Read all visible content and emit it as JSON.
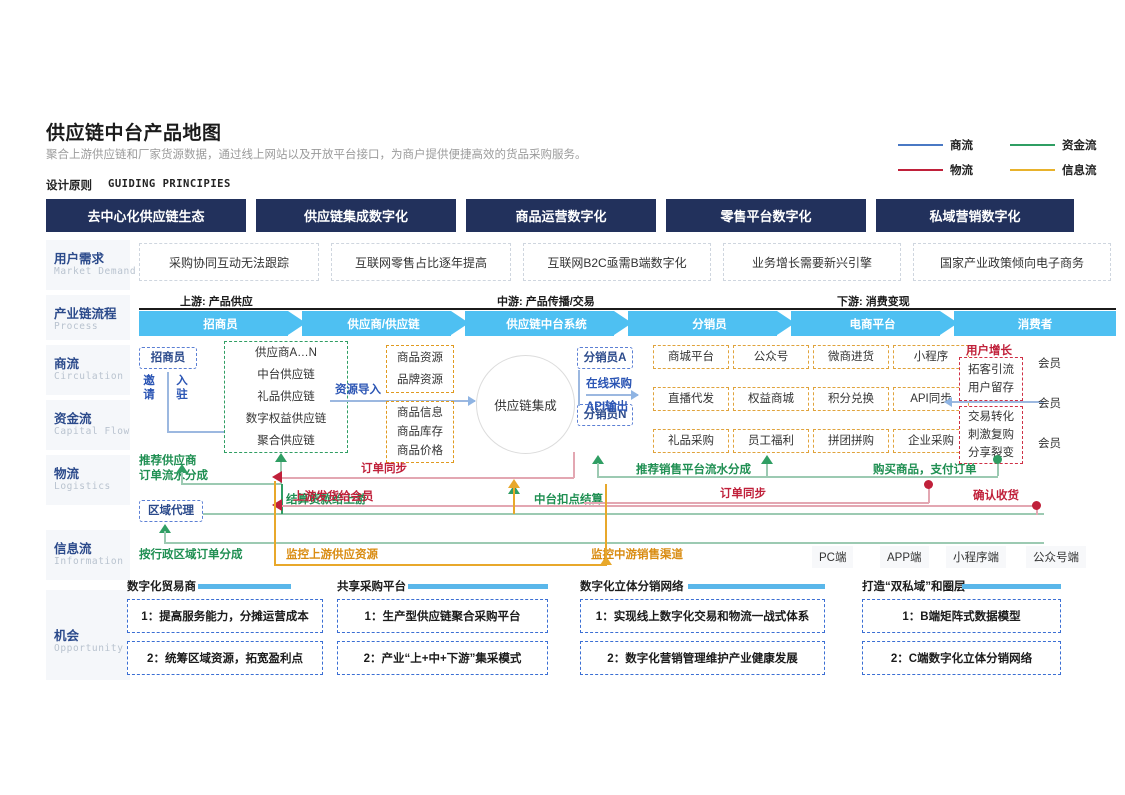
{
  "header": {
    "title": "供应链中台产品地图",
    "subtitle": "聚合上游供应链和厂家货源数据，通过线上网站以及开放平台接口，为商户提供便捷高效的货品采购服务。",
    "guiding_cn": "设计原则",
    "guiding_en": "GUIDING PRINCIPIES"
  },
  "legend": {
    "items": [
      {
        "label": "商流",
        "color": "#4a79c4"
      },
      {
        "label": "资金流",
        "color": "#2f9e63"
      },
      {
        "label": "物流",
        "color": "#c0203a"
      },
      {
        "label": "信息流",
        "color": "#e8b22b"
      }
    ]
  },
  "principles": [
    {
      "label": "去中心化供应链生态"
    },
    {
      "label": "供应链集成数字化"
    },
    {
      "label": "商品运营数字化"
    },
    {
      "label": "零售平台数字化"
    },
    {
      "label": "私域营销数字化"
    }
  ],
  "rail": [
    {
      "cn": "用户需求",
      "en": "Market Demand"
    },
    {
      "cn": "产业链流程",
      "en": "Process"
    },
    {
      "cn": "商流",
      "en": "Circulation"
    },
    {
      "cn": "资金流",
      "en": "Capital Flow"
    },
    {
      "cn": "物流",
      "en": "Logistics"
    },
    {
      "cn": "信息流",
      "en": "Information"
    },
    {
      "cn": "机会",
      "en": "Opportunity"
    }
  ],
  "demands": [
    {
      "label": "采购协同互动无法跟踪"
    },
    {
      "label": "互联网零售占比逐年提高"
    },
    {
      "label": "互联网B2C亟需B端数字化"
    },
    {
      "label": "业务增长需要新兴引擎"
    },
    {
      "label": "国家产业政策倾向电子商务"
    }
  ],
  "stream_headers": [
    {
      "label": "上游: 产品供应"
    },
    {
      "label": "中游: 产品传播/交易"
    },
    {
      "label": "下游: 消费变现"
    }
  ],
  "chevrons": [
    {
      "label": "招商员"
    },
    {
      "label": "供应商/供应链"
    },
    {
      "label": "供应链中台系统"
    },
    {
      "label": "分销员"
    },
    {
      "label": "电商平台"
    },
    {
      "label": "消费者"
    }
  ],
  "nodes": {
    "recruiter": "招商员",
    "invite": "邀请",
    "settle_in": "入驻",
    "region_agent": "区域代理",
    "supplier_list": [
      "供应商A…N",
      "中台供应链",
      "礼品供应链",
      "数字权益供应链",
      "聚合供应链"
    ],
    "goods_res": [
      "商品资源",
      "品牌资源"
    ],
    "goods_info": [
      "商品信息",
      "商品库存",
      "商品价格"
    ],
    "center_circle": "供应链集成",
    "distributor_a": "分销员A",
    "distributor_n": "分销员N",
    "platforms": [
      "商城平台",
      "公众号",
      "微商进货",
      "小程序",
      "直播代发",
      "权益商城",
      "积分兑换",
      "API同步",
      "礼品采购",
      "员工福利",
      "拼团拼购",
      "企业采购"
    ],
    "growth_title": "用户增长",
    "growth_top": [
      "拓客引流",
      "用户留存"
    ],
    "growth_bottom": [
      "交易转化",
      "刺激复购",
      "分享裂变"
    ],
    "members": [
      "会员",
      "会员",
      "会员"
    ],
    "terminals": [
      "PC端",
      "APP端",
      "小程序端",
      "公众号端"
    ]
  },
  "flow_labels": {
    "resource_import": "资源导入",
    "online_purchase": "在线采购",
    "api_output": "API输出",
    "recommend_supplier": "推荐供应商",
    "order_share": "订单流水分成",
    "order_sync_left": "订单同步",
    "order_sync_right": "订单同步",
    "upstream_ship": "上游发货给会员",
    "settle_upstream": "结算货款给上游",
    "mid_deduct": "中台扣点结算",
    "region_order_share": "按行政区域订单分成",
    "monitor_upstream": "监控上游供应资源",
    "monitor_mid": "监控中游销售渠道",
    "recommend_sales_share": "推荐销售平台流水分成",
    "buy_goods_pay": "购买商品，支付订单",
    "confirm_receipt": "确认收货"
  },
  "opportunities": [
    {
      "title": "数字化贸易商",
      "items": [
        "1：提高服务能力，分摊运营成本",
        "2：统筹区域资源，拓宽盈利点"
      ]
    },
    {
      "title": "共享采购平台",
      "items": [
        "1：生产型供应链聚合采购平台",
        "2：产业“上+中+下游”集采模式"
      ]
    },
    {
      "title": "数字化立体分销网络",
      "items": [
        "1：实现线上数字化交易和物流一战式体系",
        "2：数字化营销管理维护产业健康发展"
      ]
    },
    {
      "title": "打造“双私域”和圈层",
      "items": [
        "1：B端矩阵式数据模型",
        "2：C端数字化立体分销网络"
      ]
    }
  ]
}
